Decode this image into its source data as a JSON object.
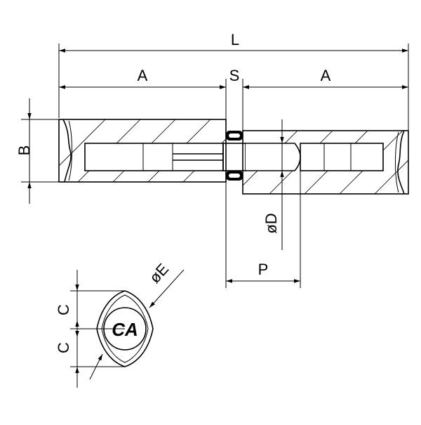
{
  "labels": {
    "L": "L",
    "A_left": "A",
    "S": "S",
    "A_right": "A",
    "B": "B",
    "D": "øD",
    "P": "P",
    "E": "øE",
    "C_upper": "C",
    "C_lower": "C",
    "logo": "CA"
  },
  "colors": {
    "line": "#000000",
    "background": "#ffffff"
  }
}
